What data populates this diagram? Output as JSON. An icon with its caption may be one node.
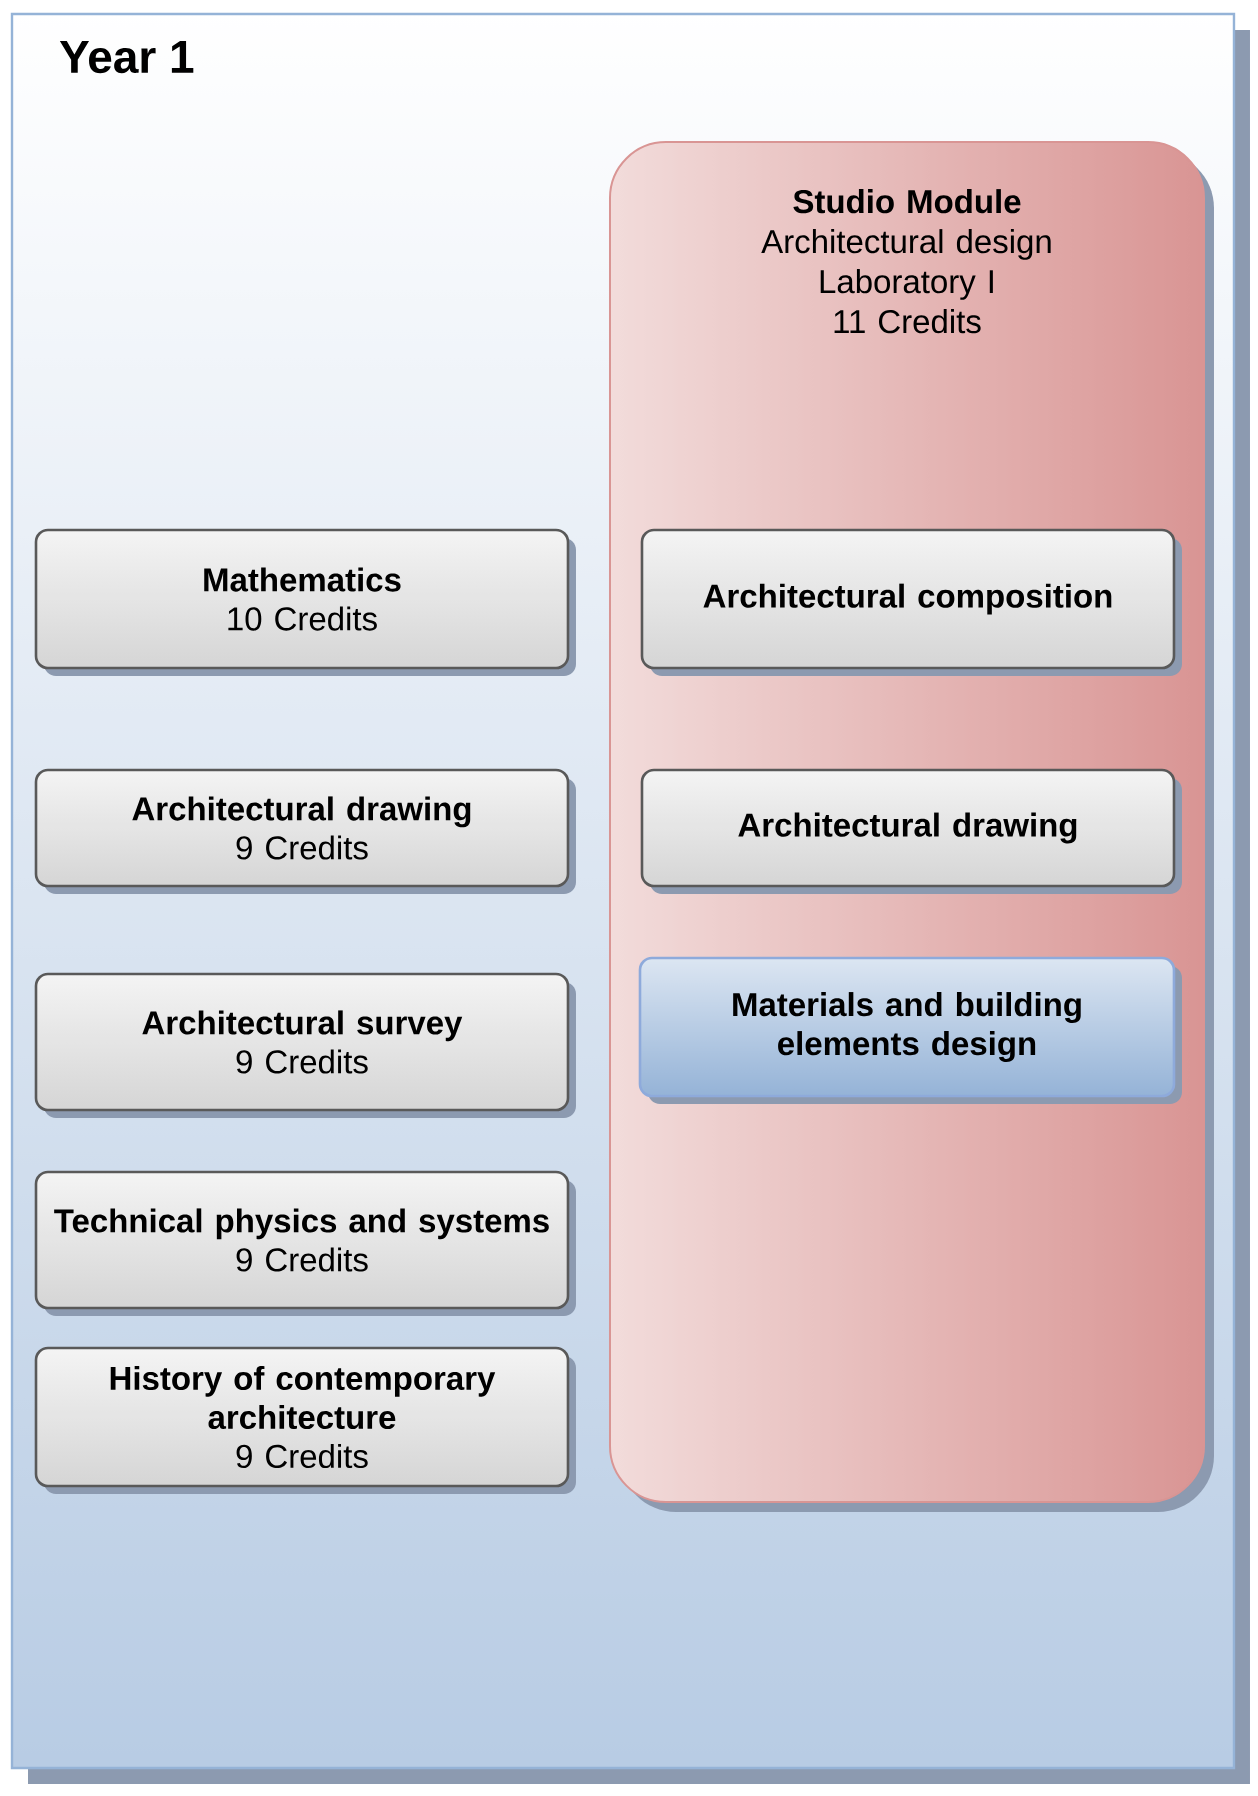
{
  "diagram": {
    "nodes": [
      {
        "text": [
          "Year 1"
        ]
      },
      {
        "text": [
          "Studio Module",
          "Architectural design Laboratory I",
          "11 Credits"
        ],
        "in": 0
      },
      {
        "text": [
          "Mathematics",
          "10 Credits"
        ],
        "in": 0
      },
      {
        "text": [
          "Architectural composition"
        ],
        "in": 1
      },
      {
        "text": [
          "Architectural drawing",
          "9 Credits"
        ],
        "in": 0
      },
      {
        "text": [
          "Architectural drawing"
        ],
        "in": 1
      },
      {
        "text": [
          "Architectural survey",
          "9 Credits"
        ],
        "in": 0
      },
      {
        "text": [
          "Materials and building elements design"
        ],
        "in": 1
      },
      {
        "text": [
          "Technical physics and systems",
          "9 Credits"
        ],
        "in": 0
      },
      {
        "text": [
          "History of contemporary architecture",
          "9 Credits"
        ],
        "in": 0
      }
    ]
  }
}
